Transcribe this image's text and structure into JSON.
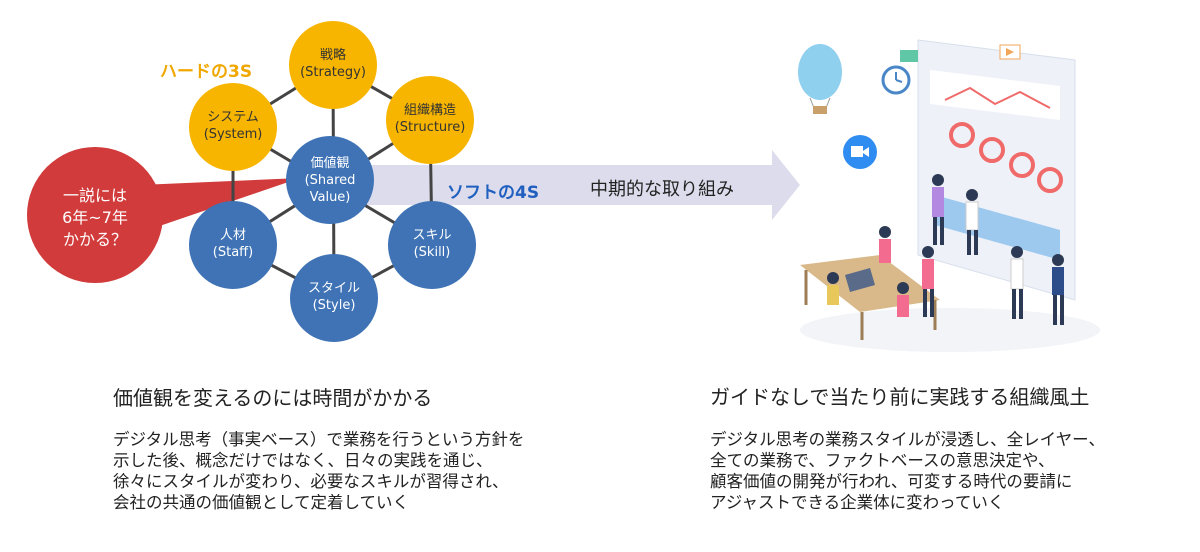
{
  "diagram": {
    "hard_label": "ハードの3S",
    "soft_label": "ソフトの4S",
    "arrow_label": "中期的な取り組み",
    "balloon": {
      "lines": [
        "一説には",
        "6年~7年",
        "かかる？"
      ]
    },
    "circles": {
      "strategy": {
        "jp": "戦略",
        "en": "(Strategy)"
      },
      "structure": {
        "jp": "組織構造",
        "en": "(Structure)"
      },
      "system": {
        "jp": "システム",
        "en": "(System)"
      },
      "shared_value": {
        "jp": "価値観",
        "en1": "(Shared",
        "en2": "Value)"
      },
      "skill": {
        "jp": "スキル",
        "en": "(Skill)"
      },
      "style": {
        "jp": "スタイル",
        "en": "(Style)"
      },
      "staff": {
        "jp": "人材",
        "en": "(Staff)"
      }
    },
    "colors": {
      "hard": "#f7b500",
      "soft": "#3f73b5",
      "balloon": "#d13b3b",
      "arrow": "#dcdcec"
    }
  },
  "left_section": {
    "title": "価値観を変えるのには時間がかかる",
    "body": [
      "デジタル思考（事実ベース）で業務を行うという方針を",
      "示した後、概念だけではなく、日々の実践を通じ、",
      "徐々にスタイルが変わり、必要なスキルが習得され、",
      "会社の共通の価値観として定着していく"
    ]
  },
  "right_section": {
    "title": "ガイドなしで当たり前に実践する組織風土",
    "body": [
      "デジタル思考の業務スタイルが浸透し、全レイヤー、",
      "全ての業務で、ファクトベースの意思決定や、",
      "顧客価値の開発が行われ、可変する時代の要請に",
      "アジャストできる企業体に変わっていく"
    ]
  },
  "illustration": {
    "name": "team-working-with-dashboard-illustration"
  }
}
